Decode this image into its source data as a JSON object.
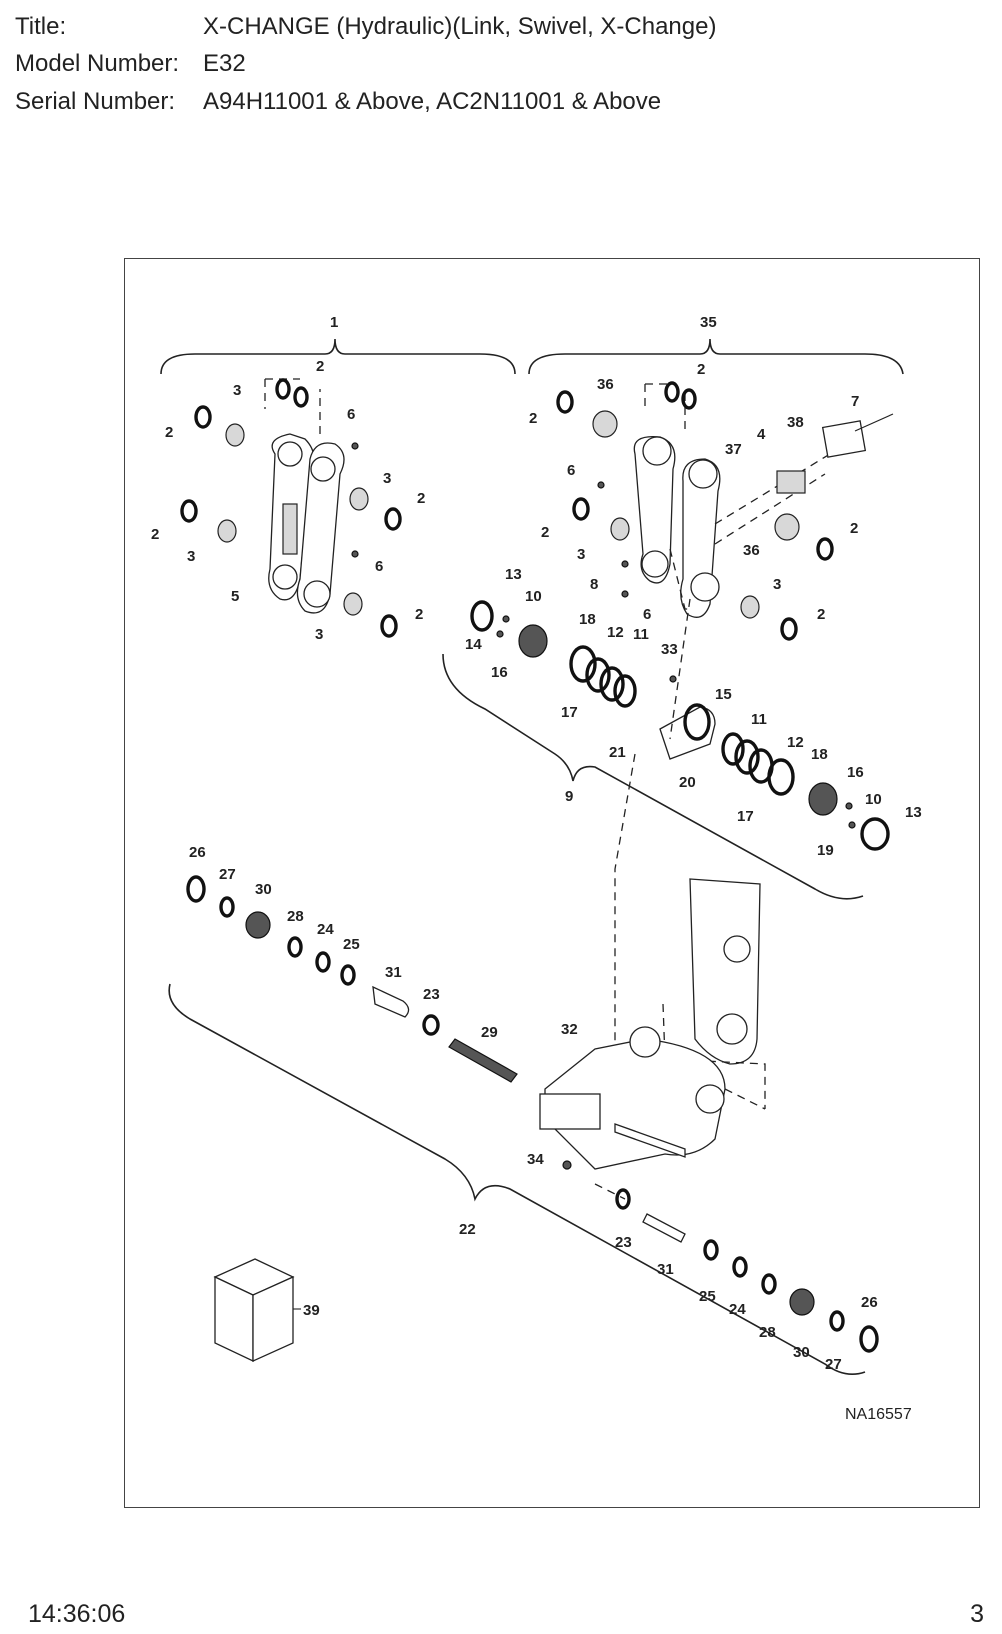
{
  "header": {
    "title_label": "Title:",
    "title_value": "X-CHANGE (Hydraulic)(Link, Swivel, X-Change)",
    "model_label": "Model Number:",
    "model_value": "E32",
    "serial_label": "Serial Number:",
    "serial_value": "A94H11001 & Above, AC2N11001 & Above"
  },
  "diagram": {
    "drawing_id": "NA16557",
    "callouts": {
      "c1": "1",
      "c35": "35",
      "c2a": "2",
      "c2b": "2",
      "c2c": "2",
      "c2d": "2",
      "c2e": "2",
      "c3a": "3",
      "c3b": "3",
      "c3c": "3",
      "c3d": "3",
      "c6a": "6",
      "c6b": "6",
      "c5": "5",
      "c2f": "2",
      "c2g": "2",
      "c2h": "2",
      "c2i": "2",
      "c2j": "2",
      "c36a": "36",
      "c36b": "36",
      "c37": "37",
      "c38": "38",
      "c7": "7",
      "c4": "4",
      "c6c": "6",
      "c6d": "6",
      "c3e": "3",
      "c3f": "3",
      "c8": "8",
      "c13a": "13",
      "c10a": "10",
      "c14": "14",
      "c16a": "16",
      "c18a": "18",
      "c12a": "12",
      "c11a": "11",
      "c33": "33",
      "c17a": "17",
      "c15": "15",
      "c11b": "11",
      "c12b": "12",
      "c18b": "18",
      "c21": "21",
      "c20": "20",
      "c9": "9",
      "c16b": "16",
      "c10b": "10",
      "c13b": "13",
      "c17b": "17",
      "c19": "19",
      "c26a": "26",
      "c27a": "27",
      "c30a": "30",
      "c28a": "28",
      "c24a": "24",
      "c25a": "25",
      "c31a": "31",
      "c23a": "23",
      "c29": "29",
      "c32": "32",
      "c34": "34",
      "c22": "22",
      "c23b": "23",
      "c31b": "31",
      "c25b": "25",
      "c24b": "24",
      "c28b": "28",
      "c30b": "30",
      "c27b": "27",
      "c26b": "26",
      "c39": "39"
    }
  },
  "footer": {
    "time": "14:36:06",
    "page": "3"
  }
}
